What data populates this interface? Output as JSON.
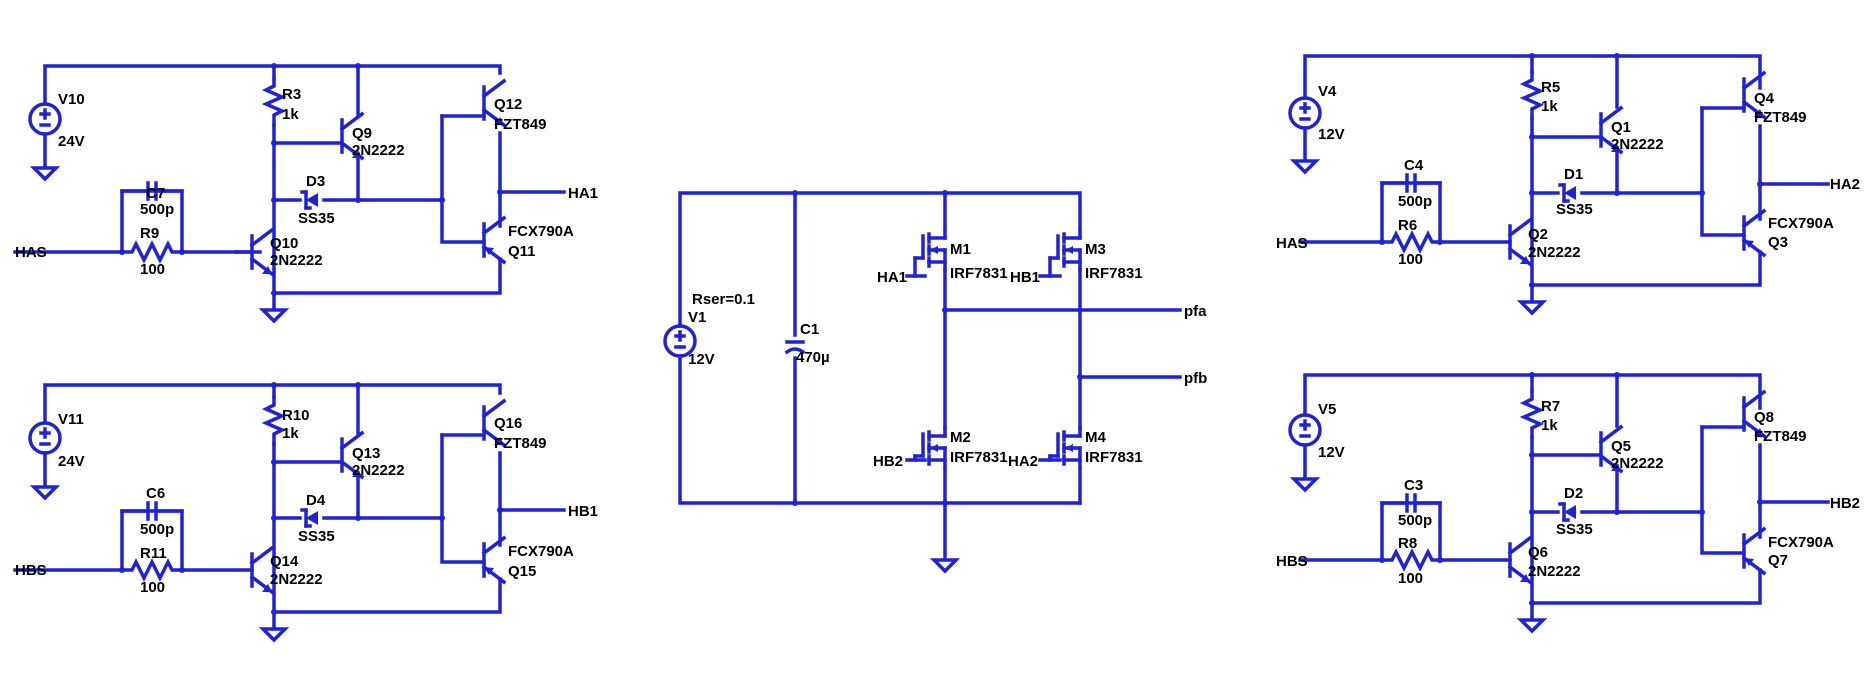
{
  "colors": {
    "wire": "#1f23d6",
    "text": "#000000",
    "background": "#ffffff"
  },
  "drivers": {
    "a_left": {
      "supply_name": "V10",
      "supply_value": "24V",
      "input_net": "HAS",
      "output_net": "HA1",
      "r_pull_name": "R3",
      "r_pull_value": "1k",
      "cap_name": "C7",
      "cap_value": "500p",
      "r_in_name": "R9",
      "r_in_value": "100",
      "diode_name": "D3",
      "diode_value": "SS35",
      "q_buf_name": "Q9",
      "q_buf_value": "2N2222",
      "q_in_name": "Q10",
      "q_in_value": "2N2222",
      "q_hi_name": "Q12",
      "q_hi_value": "FZT849",
      "q_lo_name": "Q11",
      "q_lo_value": "FCX790A"
    },
    "b_left": {
      "supply_name": "V11",
      "supply_value": "24V",
      "input_net": "HBS",
      "output_net": "HB1",
      "r_pull_name": "R10",
      "r_pull_value": "1k",
      "cap_name": "C6",
      "cap_value": "500p",
      "r_in_name": "R11",
      "r_in_value": "100",
      "diode_name": "D4",
      "diode_value": "SS35",
      "q_buf_name": "Q13",
      "q_buf_value": "2N2222",
      "q_in_name": "Q14",
      "q_in_value": "2N2222",
      "q_hi_name": "Q16",
      "q_hi_value": "FZT849",
      "q_lo_name": "Q15",
      "q_lo_value": "FCX790A"
    },
    "a_right": {
      "supply_name": "V4",
      "supply_value": "12V",
      "input_net": "HAS",
      "output_net": "HA2",
      "r_pull_name": "R5",
      "r_pull_value": "1k",
      "cap_name": "C4",
      "cap_value": "500p",
      "r_in_name": "R6",
      "r_in_value": "100",
      "diode_name": "D1",
      "diode_value": "SS35",
      "q_buf_name": "Q1",
      "q_buf_value": "2N2222",
      "q_in_name": "Q2",
      "q_in_value": "2N2222",
      "q_hi_name": "Q4",
      "q_hi_value": "FZT849",
      "q_lo_name": "Q3",
      "q_lo_value": "FCX790A"
    },
    "b_right": {
      "supply_name": "V5",
      "supply_value": "12V",
      "input_net": "HBS",
      "output_net": "HB2",
      "r_pull_name": "R7",
      "r_pull_value": "1k",
      "cap_name": "C3",
      "cap_value": "500p",
      "r_in_name": "R8",
      "r_in_value": "100",
      "diode_name": "D2",
      "diode_value": "SS35",
      "q_buf_name": "Q5",
      "q_buf_value": "2N2222",
      "q_in_name": "Q6",
      "q_in_value": "2N2222",
      "q_hi_name": "Q8",
      "q_hi_value": "FZT849",
      "q_lo_name": "Q7",
      "q_lo_value": "FCX790A"
    }
  },
  "bridge": {
    "source_param": "Rser=0.1",
    "source_name": "V1",
    "source_value": "12V",
    "cap_name": "C1",
    "cap_value": "470µ",
    "m1_name": "M1",
    "m1_value": "IRF7831",
    "m1_gate": "HA1",
    "m3_name": "M3",
    "m3_value": "IRF7831",
    "m3_gate": "HB1",
    "m2_name": "M2",
    "m2_value": "IRF7831",
    "m2_gate": "HB2",
    "m4_name": "M4",
    "m4_value": "IRF7831",
    "m4_gate": "HA2",
    "out_a": "pfa",
    "out_b": "pfb"
  }
}
